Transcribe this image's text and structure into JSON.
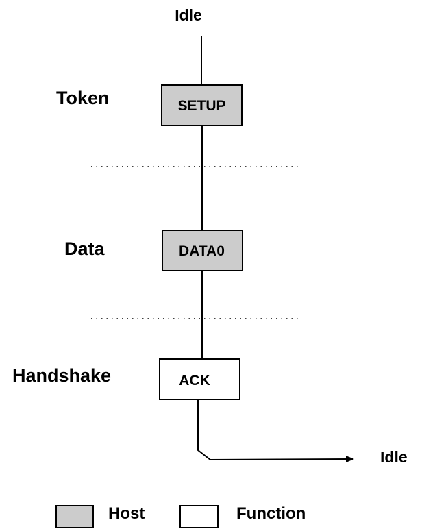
{
  "start_state": "Idle",
  "end_state": "Idle",
  "phases": {
    "token": "Token",
    "data": "Data",
    "handshake": "Handshake"
  },
  "packets": {
    "setup": "SETUP",
    "data0": "DATA0",
    "ack": "ACK"
  },
  "legend": {
    "host": "Host",
    "function": "Function"
  },
  "colors": {
    "host_fill": "#cccccc",
    "function_fill": "#ffffff",
    "stroke": "#000000"
  }
}
